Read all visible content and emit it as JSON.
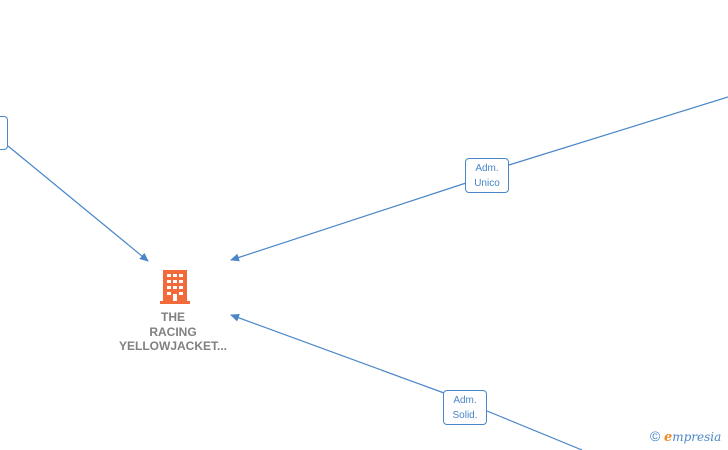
{
  "company": {
    "name": "THE\nRACING\nYELLOWJACKET...",
    "icon": "building-icon",
    "icon_color": "#f26a3a"
  },
  "relations": [
    {
      "label": "Adm.\nUnico"
    },
    {
      "label": "Adm.\nSolid."
    }
  ],
  "watermark": {
    "copyright_symbol": "©",
    "brand_initial": "e",
    "brand_rest": "mpresia"
  },
  "colors": {
    "edge": "#4a86c8",
    "label_text": "#808080",
    "brand_accent": "#f08a24"
  }
}
